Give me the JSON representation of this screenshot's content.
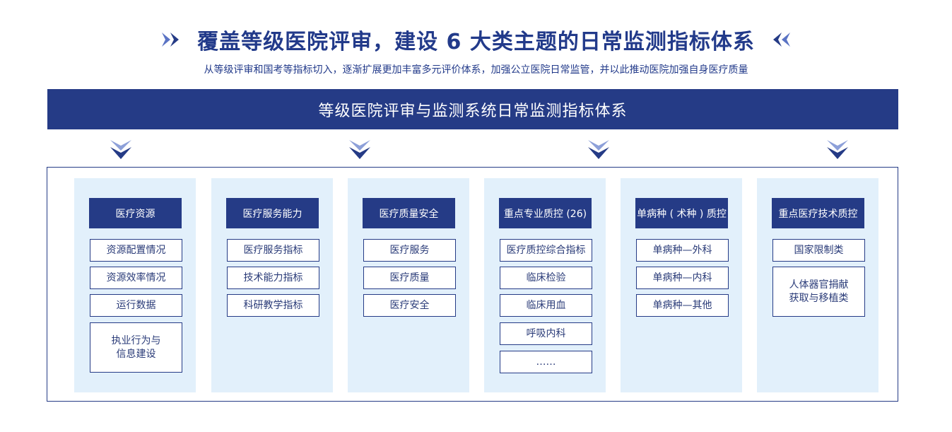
{
  "header": {
    "title": "覆盖等级医院评审，建设 6 大类主题的日常监测指标体系",
    "subtitle": "从等级评审和国考等指标切入，逐渐扩展更加丰富多元评价体系，加强公立医院日常监管，并以此推动医院加强自身医疗质量"
  },
  "banner": {
    "label": "等级医院评审与监测系统日常监测指标体系"
  },
  "colors": {
    "navy": "#253b86",
    "light_blue": "#e2f0fb"
  },
  "columns": [
    {
      "title": "医疗资源",
      "items": [
        "资源配置情况",
        "资源效率情况",
        "运行数据",
        "执业行为与\n信息建设"
      ]
    },
    {
      "title": "医疗服务能力",
      "items": [
        "医疗服务指标",
        "技术能力指标",
        "科研教学指标"
      ]
    },
    {
      "title": "医疗质量安全",
      "items": [
        "医疗服务",
        "医疗质量",
        "医疗安全"
      ]
    },
    {
      "title": "重点专业质控 (26)",
      "items": [
        "医疗质控综合指标",
        "临床检验",
        "临床用血",
        "呼吸内科",
        "……"
      ]
    },
    {
      "title": "单病种 ( 术种 ) 质控",
      "items": [
        "单病种—外科",
        "单病种—内科",
        "单病种—其他"
      ]
    },
    {
      "title": "重点医疗技术质控",
      "items": [
        "国家限制类",
        "人体器官捐献\n获取与移植类"
      ]
    }
  ]
}
